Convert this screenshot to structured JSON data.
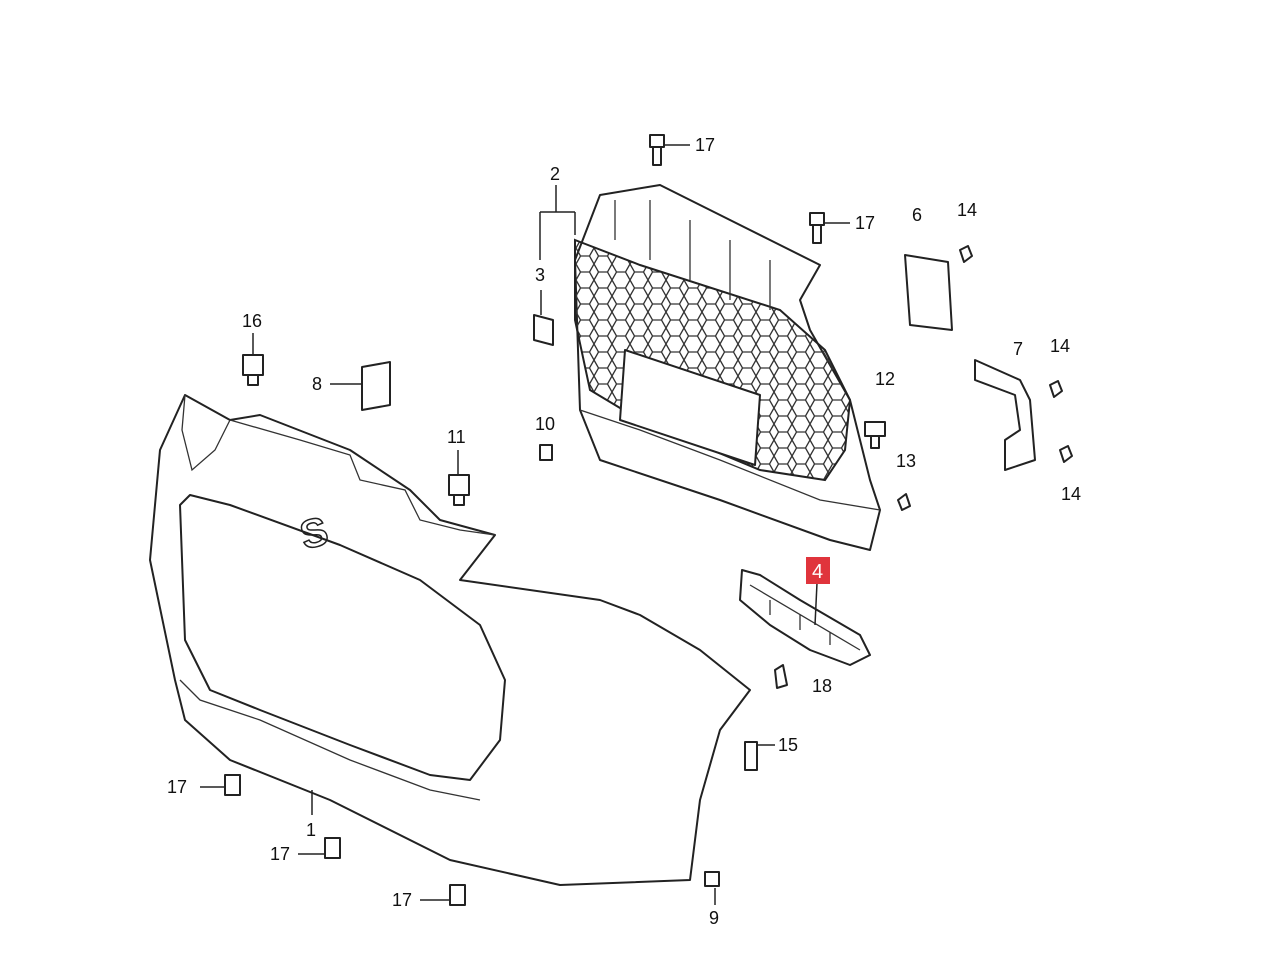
{
  "diagram": {
    "title": "Front bumper and grille parts diagram",
    "highlight_color": "#e0343c",
    "callouts": [
      "17",
      "2",
      "17",
      "6",
      "14",
      "3",
      "16",
      "8",
      "7",
      "14",
      "12",
      "10",
      "11",
      "13",
      "14",
      "4",
      "18",
      "15",
      "17",
      "1",
      "17",
      "17",
      "9"
    ],
    "highlighted_part": "4"
  }
}
